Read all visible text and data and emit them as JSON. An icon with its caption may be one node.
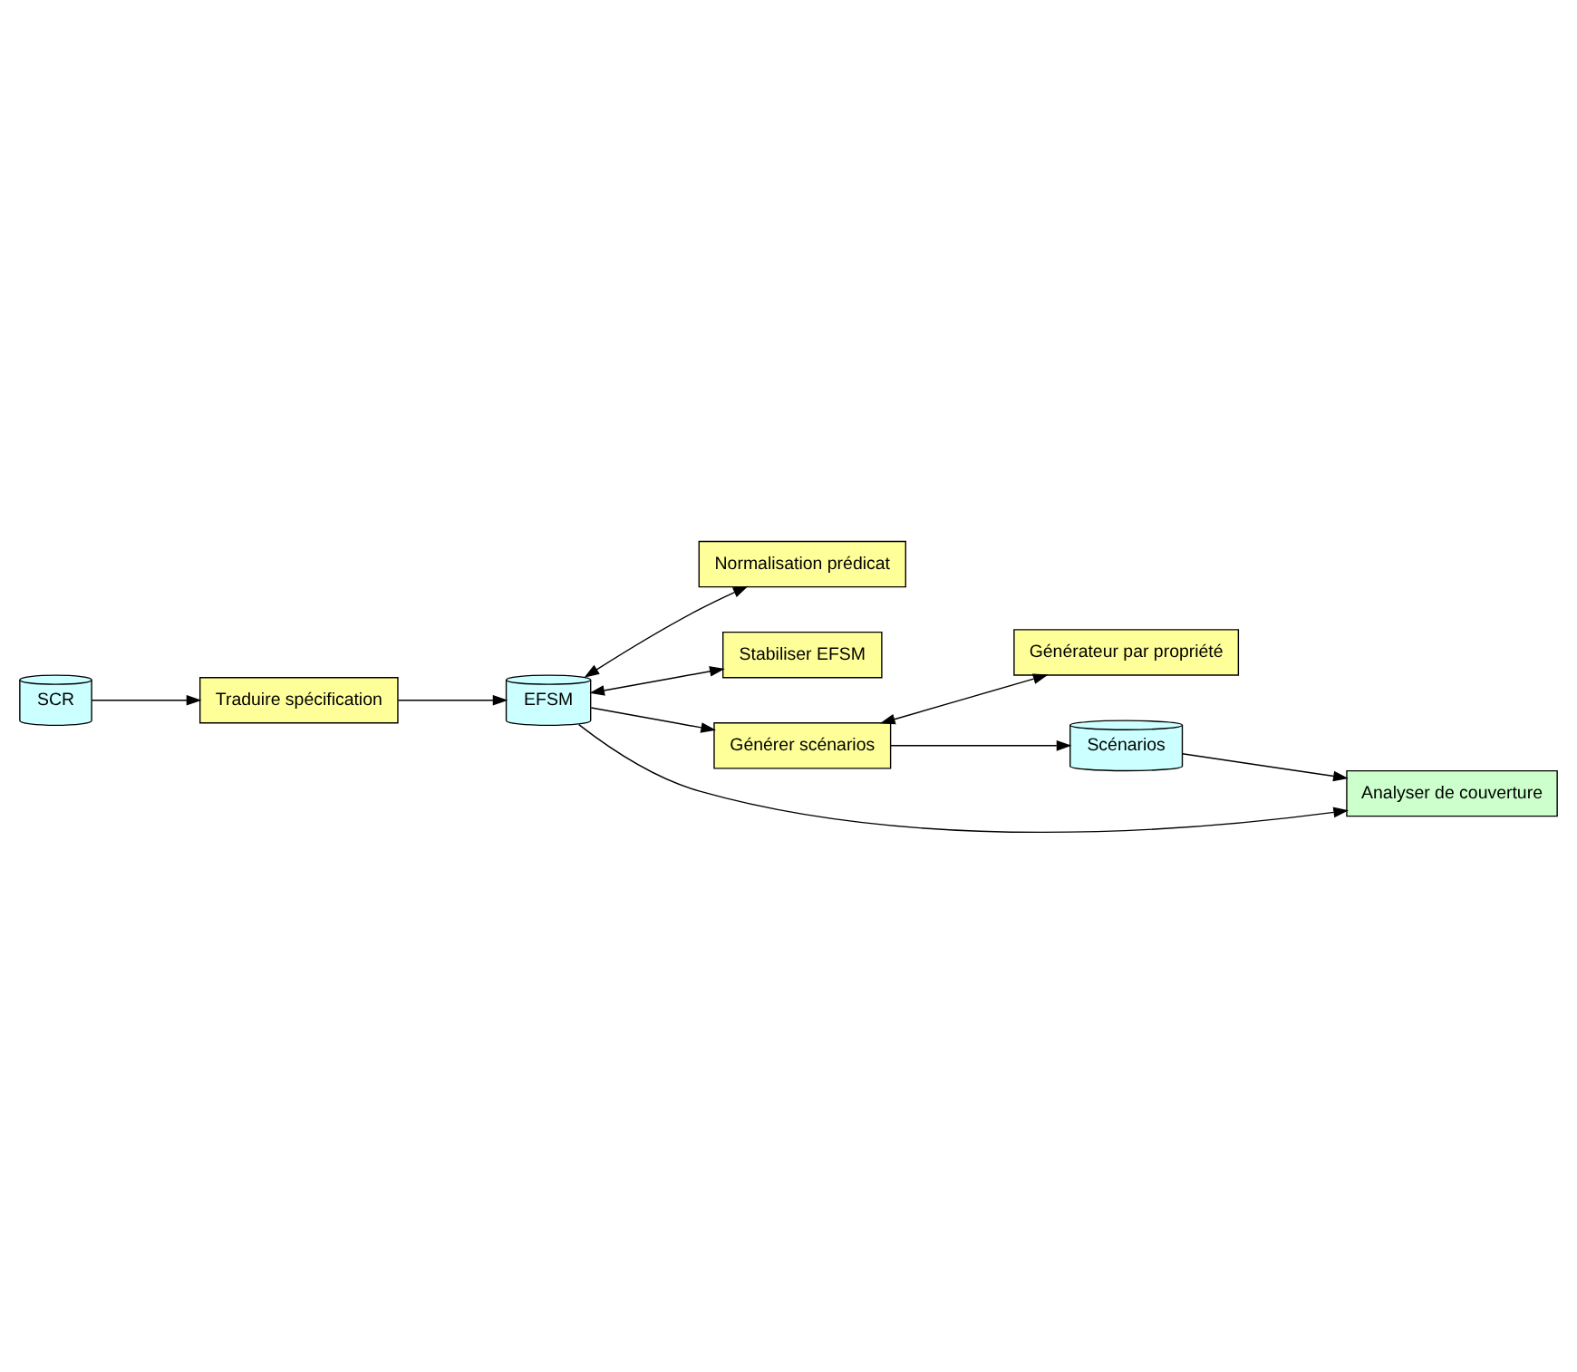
{
  "diagram": {
    "nodes": [
      {
        "text": [
          "SCR"
        ]
      },
      {
        "text": [
          "Traduire spécification"
        ]
      },
      {
        "text": [
          "Normalisation prédicat"
        ]
      },
      {
        "text": [
          "Stabiliser EFSM"
        ]
      },
      {
        "text": [
          "EFSM"
        ]
      },
      {
        "text": [
          "Générer scénarios"
        ]
      },
      {
        "text": [
          "Générateur par propriété"
        ]
      },
      {
        "text": [
          "Analyser de couverture"
        ]
      },
      {
        "text": [
          "Scénarios"
        ]
      }
    ],
    "edges": [
      {
        "from": 0,
        "to": 1,
        "arrow": "to"
      },
      {
        "from": 1,
        "to": 4,
        "arrow": "to"
      },
      {
        "from": 4,
        "to": 2,
        "arrow": "both"
      },
      {
        "from": 4,
        "to": 3,
        "arrow": "both"
      },
      {
        "from": 4,
        "to": 5,
        "arrow": "to"
      },
      {
        "from": 5,
        "to": 6,
        "arrow": "both"
      },
      {
        "from": 4,
        "to": 7,
        "arrow": "to"
      },
      {
        "from": 5,
        "to": 8,
        "arrow": "to"
      },
      {
        "from": 8,
        "to": 7,
        "arrow": "to"
      }
    ]
  }
}
